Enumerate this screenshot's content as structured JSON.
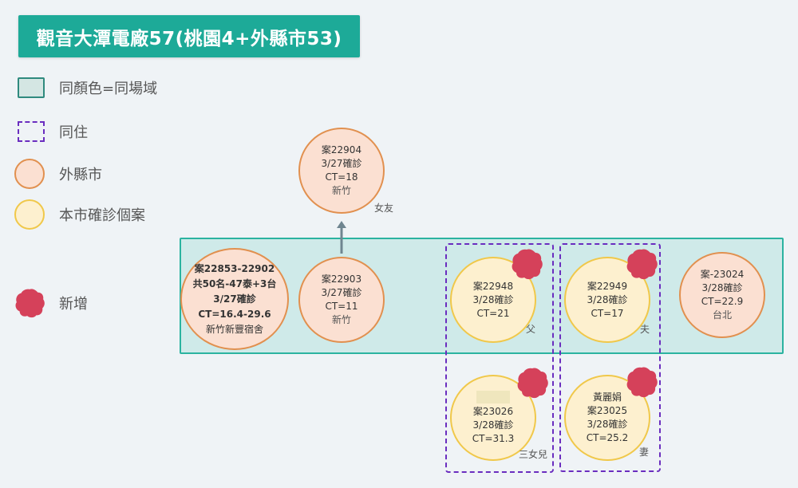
{
  "title": "觀音大潭電廠57(桃園4+外縣市53)",
  "legend": [
    {
      "type": "same-venue",
      "label": "同顏色=同場域"
    },
    {
      "type": "cohabit",
      "label": "同住"
    },
    {
      "type": "other-county",
      "label": "外縣市"
    },
    {
      "type": "local-case",
      "label": "本市確診個案"
    },
    {
      "type": "new",
      "label": "新增"
    }
  ],
  "colors": {
    "title_bg": "#1daa98",
    "venue_fill": "#cfeae9",
    "venue_border": "#2bb3a0",
    "cohabit_border": "#6a2dbf",
    "other_county_fill": "#fbe0d2",
    "other_county_border": "#e1904f",
    "local_fill": "#fdf0cf",
    "local_border": "#f0c84a",
    "new_marker": "#d5415a"
  },
  "nodes": {
    "dorm": {
      "lines": [
        "案22853-22902",
        "共50名-47泰+3台",
        "3/27確診",
        "CT=16.4-29.6",
        "新竹新豐宿舍"
      ],
      "kind": "other-county"
    },
    "c22903": {
      "lines": [
        "案22903",
        "3/27確診",
        "CT=11",
        "新竹"
      ],
      "kind": "other-county"
    },
    "c22904": {
      "lines": [
        "案22904",
        "3/27確診",
        "CT=18",
        "新竹"
      ],
      "kind": "other-county",
      "relation": "女友"
    },
    "c22948": {
      "lines": [
        "案22948",
        "3/28確診",
        "CT=21"
      ],
      "kind": "local",
      "relation": "父",
      "new": true
    },
    "c22949": {
      "lines": [
        "案22949",
        "3/28確診",
        "CT=17"
      ],
      "kind": "local",
      "relation": "夫",
      "new": true
    },
    "c23024": {
      "lines": [
        "案-23024",
        "3/28確診",
        "CT=22.9",
        "台北"
      ],
      "kind": "other-county"
    },
    "c23026": {
      "lines": [
        "案23026",
        "3/28確診",
        "CT=31.3"
      ],
      "kind": "local",
      "relation": "三女兒",
      "new": true
    },
    "c23025": {
      "lines": [
        "黃麗娟",
        "案23025",
        "3/28確診",
        "CT=25.2"
      ],
      "kind": "local",
      "relation": "妻",
      "new": true
    }
  }
}
